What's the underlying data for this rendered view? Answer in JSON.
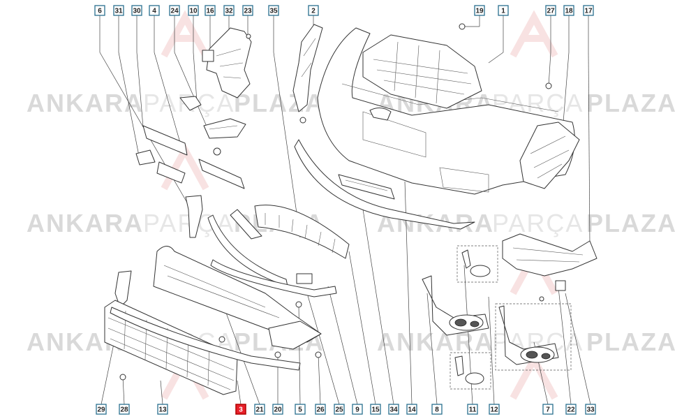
{
  "watermark": {
    "word1": "ANKARA",
    "word2": "PARÇA",
    "word3": "PLAZA"
  },
  "highlight_color": "#e8202a",
  "highlighted_part": "3",
  "callouts_top": [
    "6",
    "31",
    "30",
    "4",
    "24",
    "10",
    "16",
    "32",
    "23",
    "35",
    "2",
    "19",
    "1",
    "27",
    "18",
    "17"
  ],
  "callouts_bottom": [
    "29",
    "28",
    "13",
    "3",
    "21",
    "20",
    "5",
    "26",
    "25",
    "9",
    "15",
    "34",
    "14",
    "8",
    "11",
    "12",
    "7",
    "22",
    "33"
  ]
}
